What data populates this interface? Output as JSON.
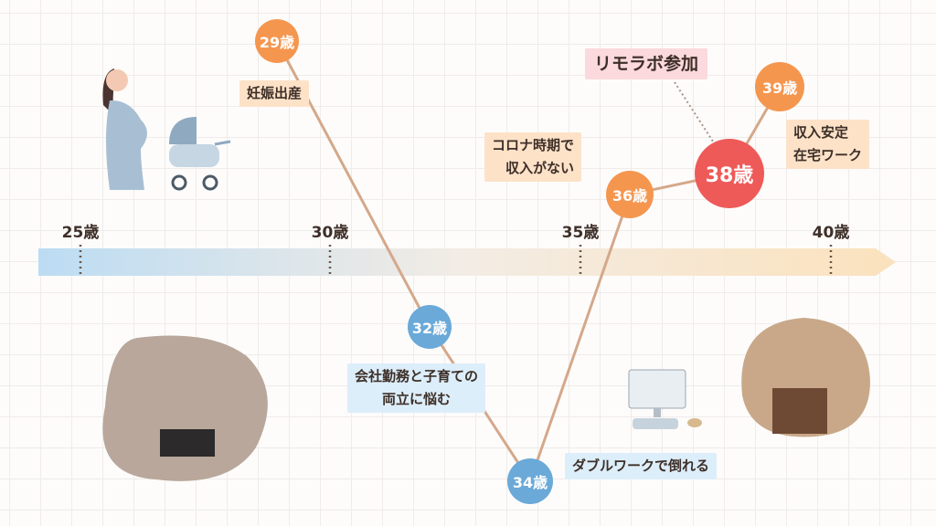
{
  "axis": {
    "ticks": [
      "25歳",
      "30歳",
      "35歳",
      "40歳"
    ]
  },
  "nodes": [
    {
      "label": "29歳",
      "color": "#f5964f"
    },
    {
      "label": "32歳",
      "color": "#6aa9d8"
    },
    {
      "label": "34歳",
      "color": "#6aa9d8"
    },
    {
      "label": "36歳",
      "color": "#f5964f"
    },
    {
      "label": "38歳",
      "color": "#ee5a58"
    },
    {
      "label": "39歳",
      "color": "#f5964f"
    }
  ],
  "notes": {
    "birth": "妊娠出産",
    "work_line1": "会社勤務と子育ての",
    "work_line2": "両立に悩む",
    "double": "ダブルワークで倒れる",
    "corona_line1": "コロナ時期で",
    "corona_line2": "収入がない",
    "remolabo": "リモラボ参加",
    "stable_line1": "収入安定",
    "stable_line2": "在宅ワーク"
  }
}
